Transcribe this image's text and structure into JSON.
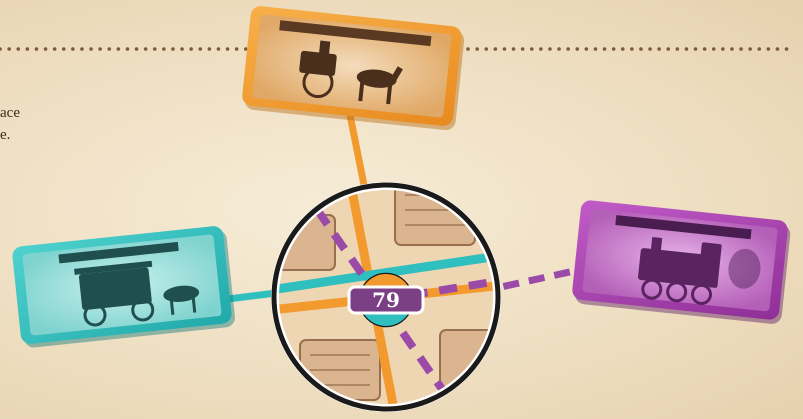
{
  "board": {
    "side_text": [
      "ace",
      "e."
    ],
    "station_number": "79",
    "colors": {
      "background": "#efdfc2",
      "dots": "#7a5a3a",
      "orange": "#f39a2e",
      "teal": "#2fbfbf",
      "purple": "#9b4aa8",
      "badge": "#7b3f86"
    }
  },
  "cards": [
    {
      "id": "hansom-cab",
      "color": "orange",
      "icon": "horse-carriage-icon"
    },
    {
      "id": "horse-omnibus",
      "color": "teal",
      "icon": "horse-omnibus-icon"
    },
    {
      "id": "steam-railway",
      "color": "purple",
      "icon": "steam-locomotive-icon"
    }
  ]
}
